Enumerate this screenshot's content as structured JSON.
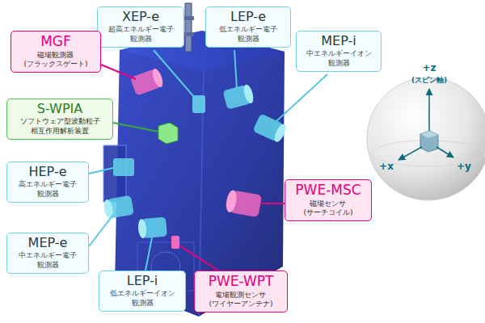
{
  "diagram": {
    "nodes": [
      {
        "text": [
          "XEP-e",
          "超高エネルギー電子 観測器"
        ]
      },
      {
        "text": [
          "LEP-e",
          "低エネルギー電子 観測器"
        ]
      },
      {
        "text": [
          "MGF",
          "磁場観測器 (フラックスゲート)"
        ]
      },
      {
        "text": [
          "MEP-i",
          "中エネルギーイオン 観測器"
        ]
      },
      {
        "text": [
          "S-WPIA",
          "ソフトウェア型波動粒子 相互作用解析装置"
        ]
      },
      {
        "text": [
          "HEP-e",
          "高エネルギー電子 観測器"
        ]
      },
      {
        "text": [
          "PWE-MSC",
          "磁場センサ (サーチコイル)"
        ]
      },
      {
        "text": [
          "MEP-e",
          "中エネルギー電子 観測器"
        ]
      },
      {
        "text": [
          "LEP-i",
          "低エネルギーイオン 観測器"
        ]
      },
      {
        "text": [
          "PWE-WPT",
          "電場観測センサ (ワイヤーアンテナ)"
        ]
      }
    ],
    "labels": [
      "+z",
      "(スピン軸)",
      "+x",
      "+y"
    ]
  }
}
